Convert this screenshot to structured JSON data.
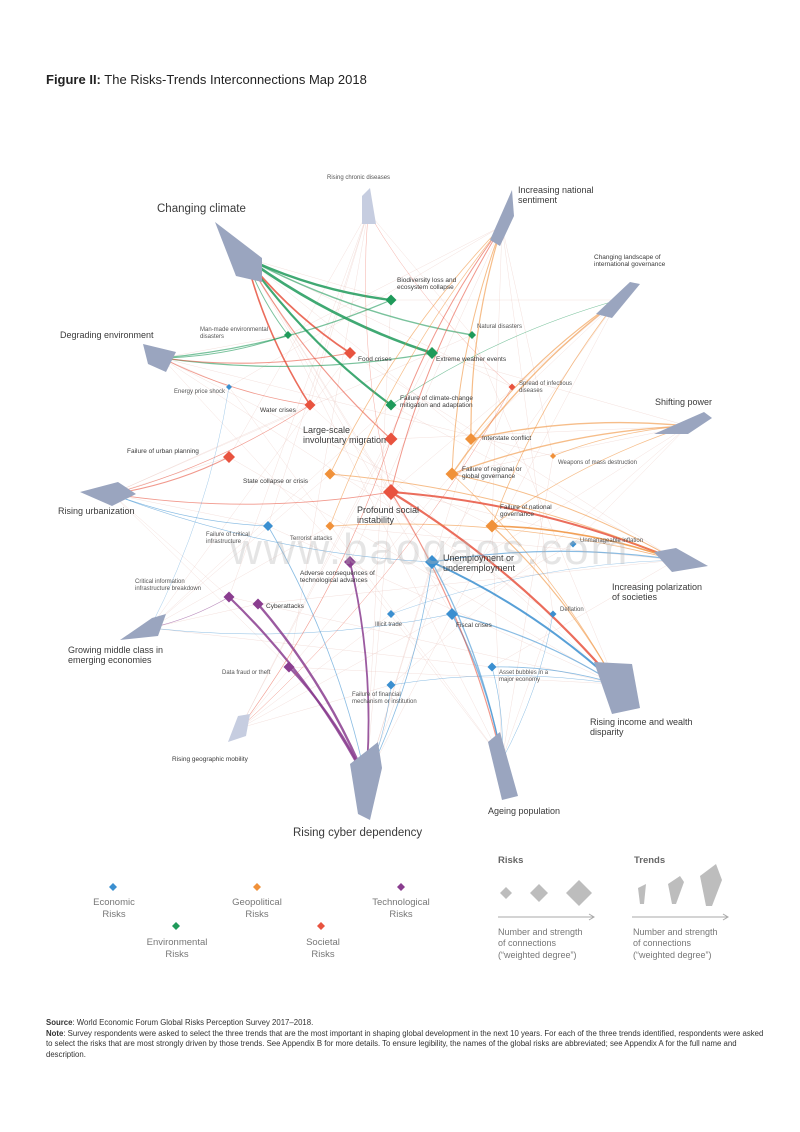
{
  "title": {
    "prefix": "Figure II:",
    "text": " The Risks-Trends Interconnections Map 2018"
  },
  "watermark": "www.baogaos.com",
  "colors": {
    "economic": "#3b8fd0",
    "environmental": "#1f9a5a",
    "geopolitical": "#f0913a",
    "societal": "#e8533f",
    "technological": "#8a3d8f",
    "trend": "#9aa5bf",
    "trend_light": "#c6cde0"
  },
  "trends": [
    {
      "key": "climate",
      "label": "Changing climate"
    },
    {
      "key": "environment",
      "label": "Degrading environment"
    },
    {
      "key": "urbanization",
      "label": "Rising urbanization"
    },
    {
      "key": "middleclass",
      "label": "Growing middle class in\nemerging economies"
    },
    {
      "key": "mobility",
      "label": "Rising geographic mobility"
    },
    {
      "key": "cyber",
      "label": "Rising cyber dependency"
    },
    {
      "key": "ageing",
      "label": "Ageing population"
    },
    {
      "key": "inequality",
      "label": "Rising income and wealth\ndisparity"
    },
    {
      "key": "polarization",
      "label": "Increasing polarization\nof societies"
    },
    {
      "key": "power",
      "label": "Shifting power"
    },
    {
      "key": "governance",
      "label": "Changing landscape of\ninternational governance"
    },
    {
      "key": "national",
      "label": "Increasing national\nsentiment"
    },
    {
      "key": "chronic",
      "label": "Rising chronic diseases"
    }
  ],
  "risks": [
    {
      "key": "biodiversity",
      "category": "environmental",
      "label": "Biodiversity loss and\necosystem collapse"
    },
    {
      "key": "manmade",
      "category": "environmental",
      "label": "Man-made environmental\ndisasters"
    },
    {
      "key": "natural",
      "category": "environmental",
      "label": "Natural disasters"
    },
    {
      "key": "food",
      "category": "societal",
      "label": "Food crises"
    },
    {
      "key": "weather",
      "category": "environmental",
      "label": "Extreme weather events"
    },
    {
      "key": "infectious",
      "category": "societal",
      "label": "Spread of infectious\ndiseases"
    },
    {
      "key": "energy",
      "category": "economic",
      "label": "Energy price shock"
    },
    {
      "key": "water",
      "category": "societal",
      "label": "Water crises"
    },
    {
      "key": "climatefail",
      "category": "environmental",
      "label": "Failure of climate-change\nmitigation and adaptation"
    },
    {
      "key": "migration",
      "category": "societal",
      "label": "Large-scale\ninvoluntary migration"
    },
    {
      "key": "interstate",
      "category": "geopolitical",
      "label": "Interstate conflict"
    },
    {
      "key": "wmd",
      "category": "geopolitical",
      "label": "Weapons of mass destruction"
    },
    {
      "key": "urbanplan",
      "category": "societal",
      "label": "Failure of urban planning"
    },
    {
      "key": "statecollapse",
      "category": "geopolitical",
      "label": "State collapse or crisis"
    },
    {
      "key": "regional",
      "category": "geopolitical",
      "label": "Failure of regional or\nglobal governance"
    },
    {
      "key": "instability",
      "category": "societal",
      "label": "Profound social\ninstability"
    },
    {
      "key": "national",
      "category": "geopolitical",
      "label": "Failure of national\ngovernance"
    },
    {
      "key": "critinfra",
      "category": "economic",
      "label": "Failure of critical\ninfrastructure"
    },
    {
      "key": "terrorist",
      "category": "geopolitical",
      "label": "Terrorist attacks"
    },
    {
      "key": "inflation",
      "category": "economic",
      "label": "Unmanageable inflation"
    },
    {
      "key": "unemployment",
      "category": "economic",
      "label": "Unemployment or\nunderemployment"
    },
    {
      "key": "adverse",
      "category": "technological",
      "label": "Adverse consequences of\ntechnological advances"
    },
    {
      "key": "cib",
      "category": "technological",
      "label": "Critical information\ninfrastructure breakdown"
    },
    {
      "key": "cyberattacks",
      "category": "technological",
      "label": "Cyberattacks"
    },
    {
      "key": "illicit",
      "category": "economic",
      "label": "Illicit trade"
    },
    {
      "key": "fiscal",
      "category": "economic",
      "label": "Fiscal crises"
    },
    {
      "key": "deflation",
      "category": "economic",
      "label": "Deflation"
    },
    {
      "key": "datafraud",
      "category": "technological",
      "label": "Data fraud or theft"
    },
    {
      "key": "asset",
      "category": "economic",
      "label": "Asset bubbles in a\nmajor economy"
    },
    {
      "key": "financial",
      "category": "economic",
      "label": "Failure of financial\nmechanism or institution"
    }
  ],
  "legend": {
    "categories": [
      {
        "label": "Economic\nRisks",
        "color": "#3b8fd0"
      },
      {
        "label": "Geopolitical\nRisks",
        "color": "#f0913a"
      },
      {
        "label": "Technological\nRisks",
        "color": "#8a3d8f"
      },
      {
        "label": "Environmental\nRisks",
        "color": "#1f9a5a"
      },
      {
        "label": "Societal\nRisks",
        "color": "#e8533f"
      }
    ],
    "risks_title": "Risks",
    "trends_title": "Trends",
    "risks_note": "Number and strength\nof connections\n(“weighted degree”)",
    "trends_note": "Number and strength\nof connections\n(“weighted degree”)"
  },
  "footer": {
    "source_label": "Source",
    "source_text": ": World Economic Forum Global Risks Perception Survey 2017–2018.",
    "note_label": "Note",
    "note_text": ": Survey respondents were asked to select the three trends that are the most important in shaping global development in the next 10 years. For each of the three trends identified, respondents were asked to select the risks that are most strongly driven by those trends. See Appendix B for more details. To ensure legibility, the names of the global risks are abbreviated; see Appendix A for the full name and description."
  }
}
